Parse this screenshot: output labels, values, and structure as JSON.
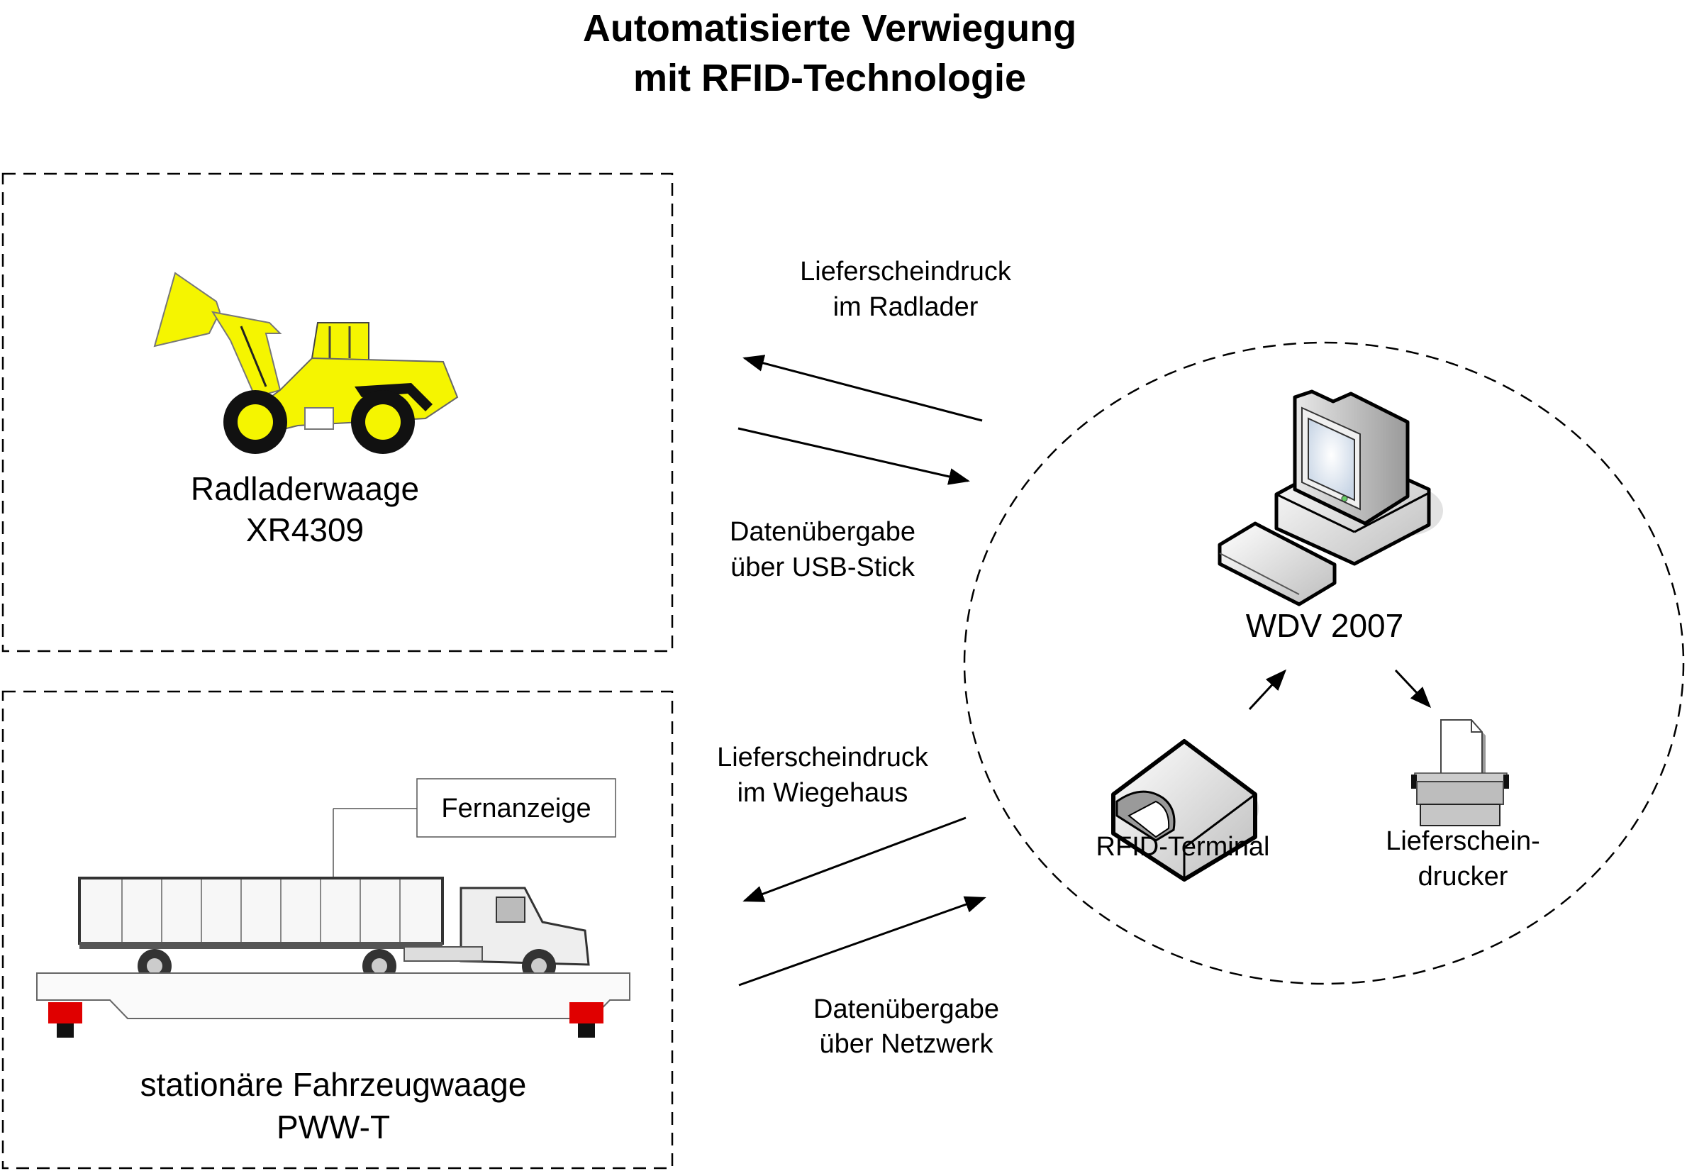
{
  "title": {
    "line1": "Automatisierte Verwiegung",
    "line2": "mit RFID-Technologie"
  },
  "wheel_loader": {
    "icon": "wheel-loader-icon",
    "label_line1": "Radladerwaage",
    "label_line2": "XR4309"
  },
  "truck_scale": {
    "icon": "truck-on-scale-icon",
    "label_line1": "stationäre Fahrzeugwaage",
    "label_line2": "PWW-T",
    "remote_display": "Fernanzeige"
  },
  "central_system": {
    "computer": {
      "icon": "computer-icon",
      "label": "WDV 2007"
    },
    "rfid_terminal": {
      "icon": "rfid-terminal-icon",
      "label": "RFID-Terminal"
    },
    "printer": {
      "icon": "printer-icon",
      "label_line1": "Lieferschein-",
      "label_line2": "drucker"
    }
  },
  "flows": {
    "loader_print": {
      "line1": "Lieferscheindruck",
      "line2": "im Radlader",
      "direction": "to-loader"
    },
    "loader_data": {
      "line1": "Datenübergabe",
      "line2": "über USB-Stick",
      "direction": "to-system"
    },
    "truck_print": {
      "line1": "Lieferscheindruck",
      "line2": "im Wiegehaus",
      "direction": "to-truck-scale"
    },
    "truck_data": {
      "line1": "Datenübergabe",
      "line2": "über Netzwerk",
      "direction": "to-system"
    }
  },
  "colors": {
    "loader_yellow": "#f5f500",
    "scale_red": "#e00000",
    "screen_blue": "#dce6f2"
  }
}
